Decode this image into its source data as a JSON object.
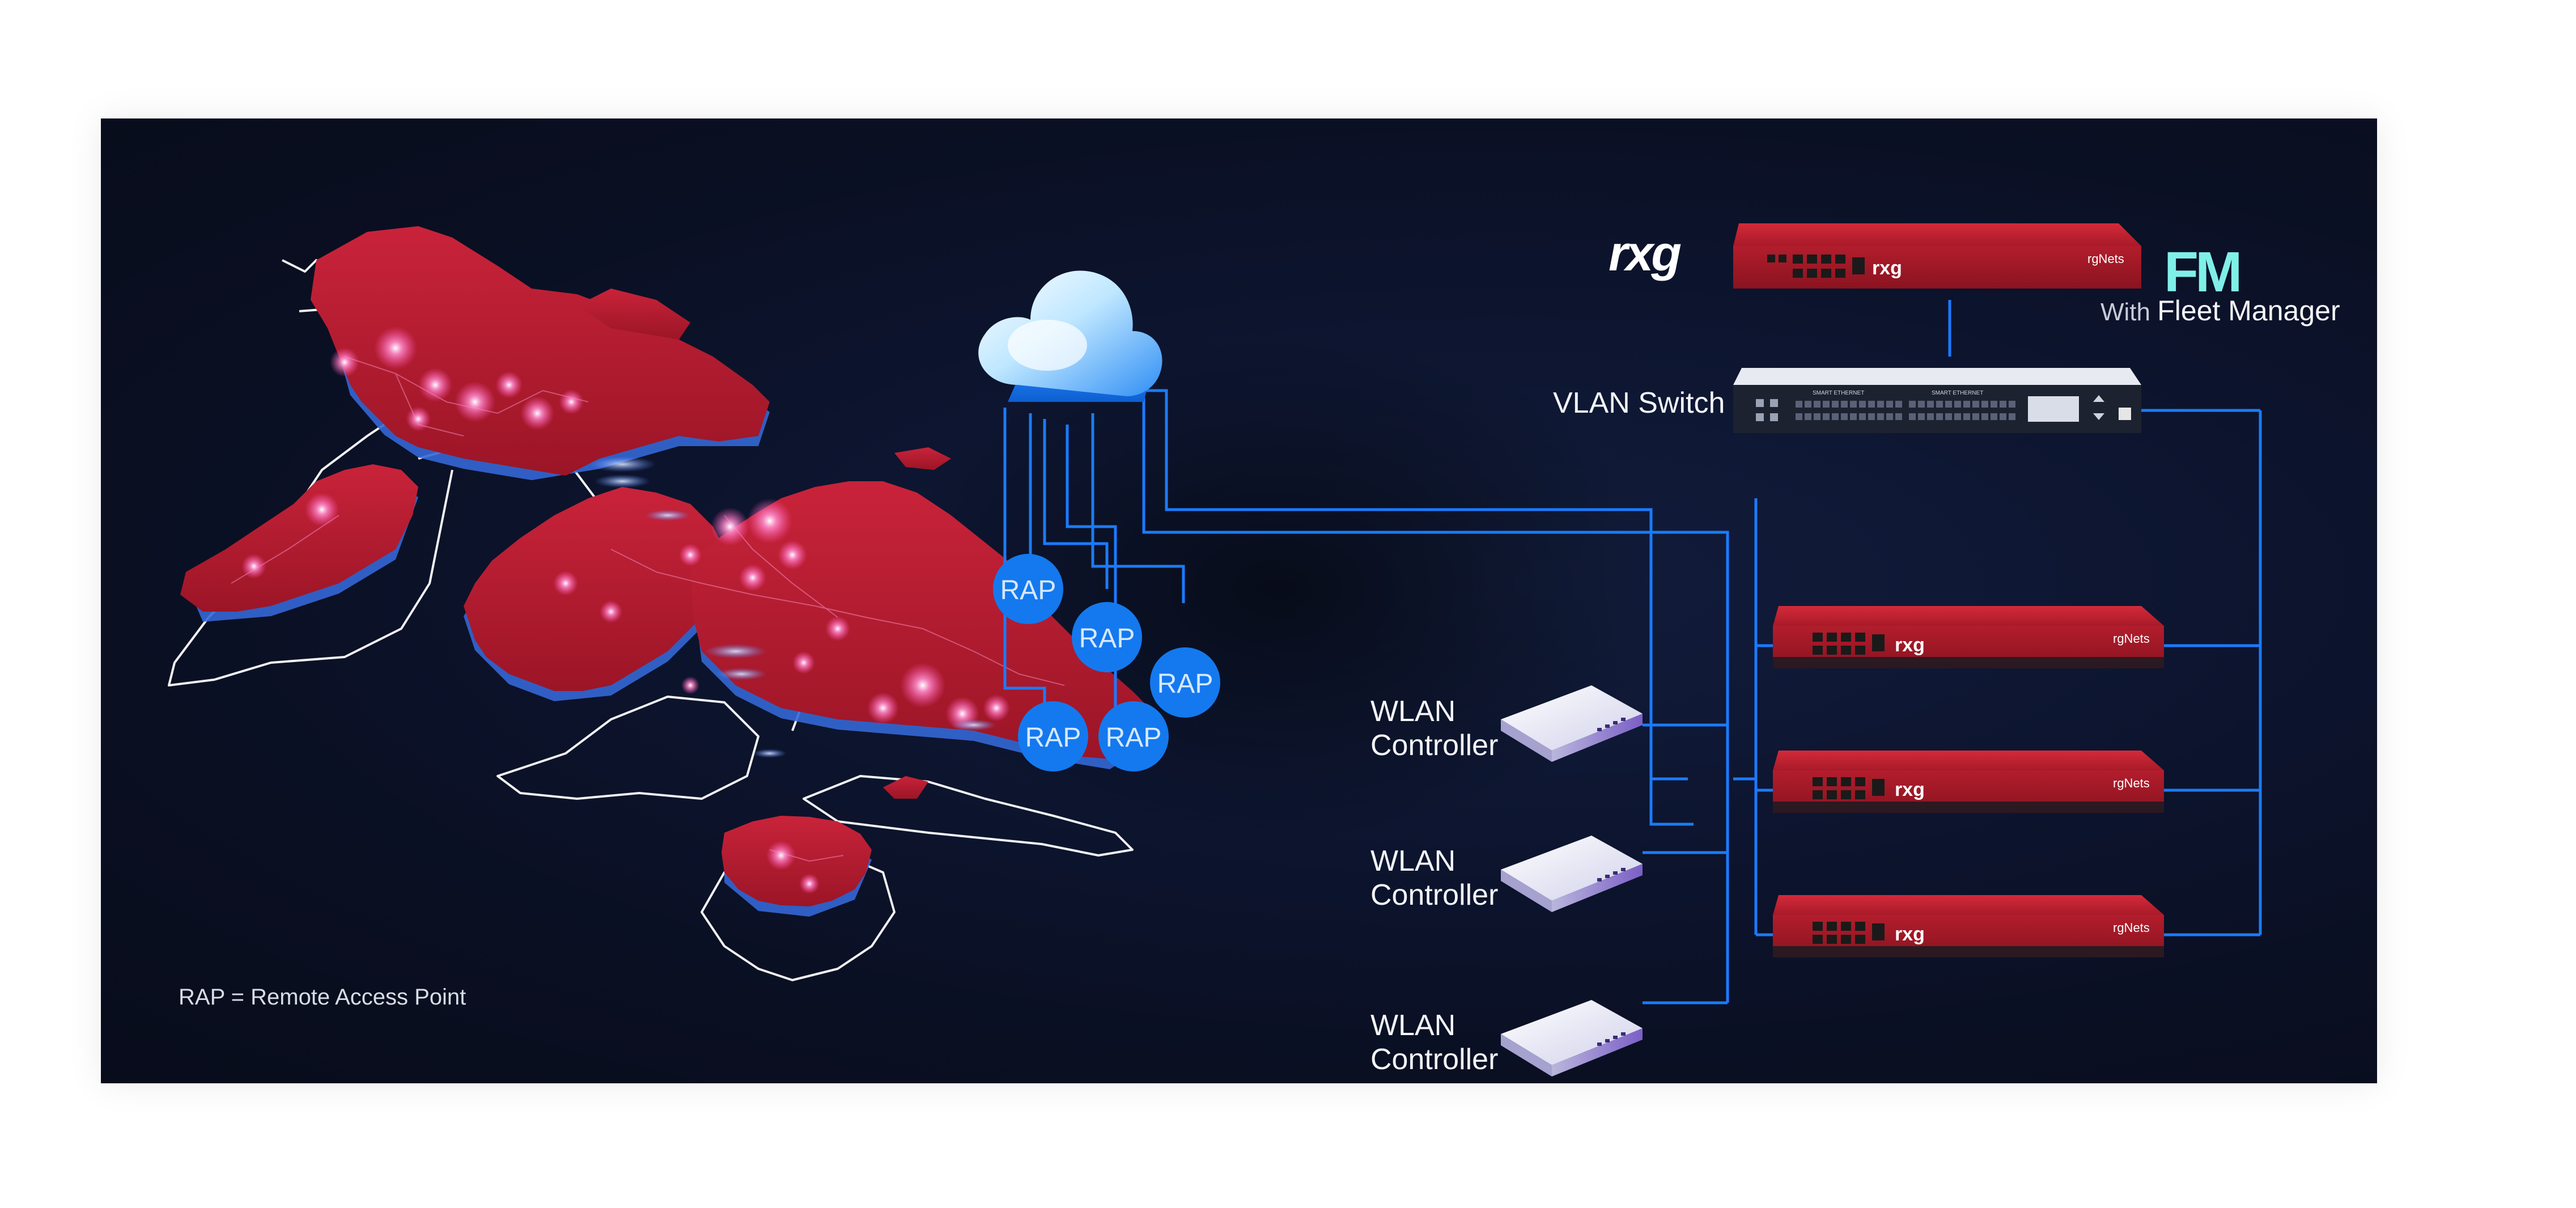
{
  "labels": {
    "rxg_logo": "rxg",
    "fm_logo": "FM",
    "with_prefix": "With",
    "fleet_manager": "Fleet Manager",
    "vlan_switch": "VLAN Switch",
    "legend": "RAP = Remote Access Point",
    "rap": "RAP",
    "wlan_controller_line1": "WLAN",
    "wlan_controller_line2": "Controller"
  },
  "device_labels": {
    "brand_tag": "rgNets",
    "switch_header": "SMART ETHERNET"
  },
  "colors": {
    "background": "#0b1125",
    "map_red": "#b81e32",
    "map_edge": "#3a6fd8",
    "connector_blue": "#1b7bff",
    "rap_fill": "#1479ee",
    "server_red": "#c11f2f",
    "fm_cyan": "#7ff0e8",
    "text": "#f3f5f8"
  },
  "icons": {
    "cloud": "cloud-icon",
    "rap": "rap-node-icon",
    "server": "rxg-server-icon",
    "switch": "vlan-switch-icon",
    "controller": "wlan-controller-icon",
    "map": "world-map-icon"
  }
}
